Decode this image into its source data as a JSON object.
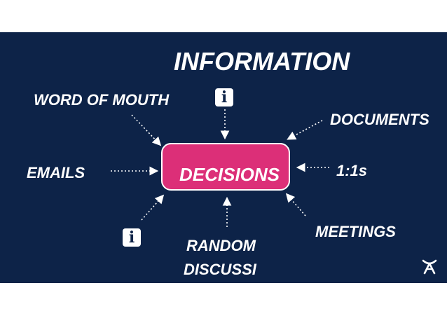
{
  "diagram": {
    "title": "INFORMATION",
    "center": "DECISIONS",
    "sources": {
      "word_of_mouth": "WORD OF MOUTH",
      "documents": "DOCUMENTS",
      "emails": "EMAILS",
      "one_on_ones": "1:1s",
      "meetings": "MEETINGS",
      "random_line1": "RANDOM",
      "random_line2": "DISCUSSI"
    },
    "info_glyph": "i"
  },
  "icons": {
    "info_top": "info-icon",
    "info_bottom": "info-icon",
    "brand_logo": "atlassian-logo-icon"
  },
  "colors": {
    "background": "#0d2348",
    "accent": "#dc2f78",
    "text": "#ffffff"
  }
}
